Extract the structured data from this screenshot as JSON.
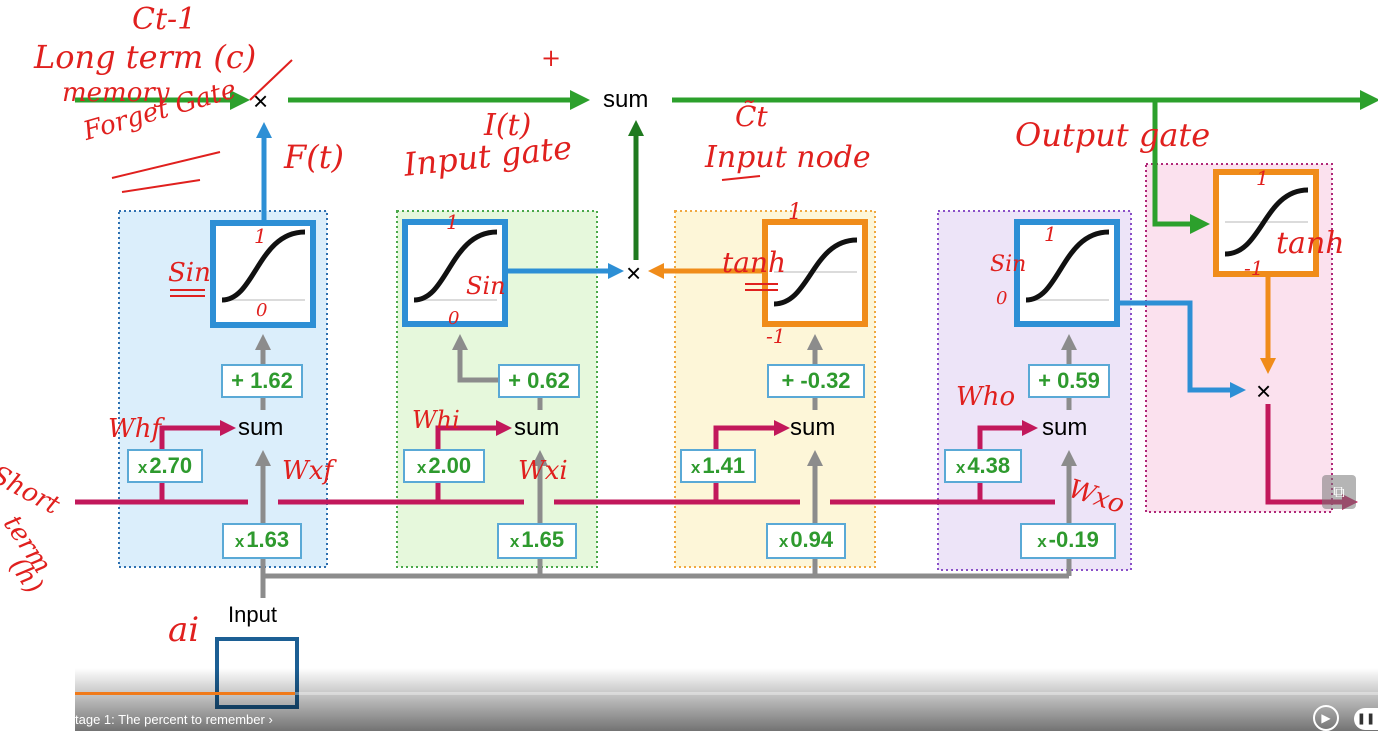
{
  "diagram": {
    "top_sum": "sum",
    "sum_label": "sum",
    "multiply_symbol": "×",
    "input_label": "Input",
    "gates": [
      {
        "id": "forget",
        "bias": "+ 1.62",
        "weight_short": "2.70",
        "weight_input": "1.63"
      },
      {
        "id": "input",
        "bias": "+ 0.62",
        "weight_short": "2.00",
        "weight_input": "1.65"
      },
      {
        "id": "candidate",
        "bias": "+ -0.32",
        "weight_short": "1.41",
        "weight_input": "0.94"
      },
      {
        "id": "output",
        "bias": "+ 0.59",
        "weight_short": "4.38",
        "weight_input": "-0.19"
      }
    ],
    "weight_prefix": "x"
  },
  "annotations": {
    "ct1": "Ct-1",
    "long_term": "Long term (c)",
    "memory": "memory",
    "forget_gate": "Forget Gate",
    "ft": "F(t)",
    "plus": "+",
    "it": "I(t)",
    "input_gate": "Input gate",
    "ct_tilde": "C̃t",
    "input_node": "Input node",
    "output_gate": "Output gate",
    "sin1": "Sin",
    "sin2": "Sin",
    "tanh1": "tanh",
    "sin3": "Sin",
    "tanh2": "tanh",
    "one": "1",
    "zero": "0",
    "minus_one": "-1",
    "whf": "Whf",
    "whi": "Whi",
    "who": "Who",
    "wxf": "Wxf",
    "wxi": "Wxi",
    "wxo": "Wxo",
    "short": "Short",
    "term": "term",
    "h": "(h)",
    "ai": "ai"
  },
  "player": {
    "chapter": "tage 1: The percent to remember"
  },
  "colors": {
    "long_term": "#2ca02c",
    "short_term": "#c2185b",
    "input_line": "#8c8c8c",
    "sigmoid_border": "#2d8fd5",
    "tanh_border": "#f08c1a",
    "forget_bg": "#dbeefb",
    "input_bg": "#e6f8dc",
    "candidate_bg": "#fdf6d8",
    "output_bg": "#ede4f8",
    "output_tanh_bg": "#fbe1ee",
    "handwriting": "#e0201e"
  }
}
